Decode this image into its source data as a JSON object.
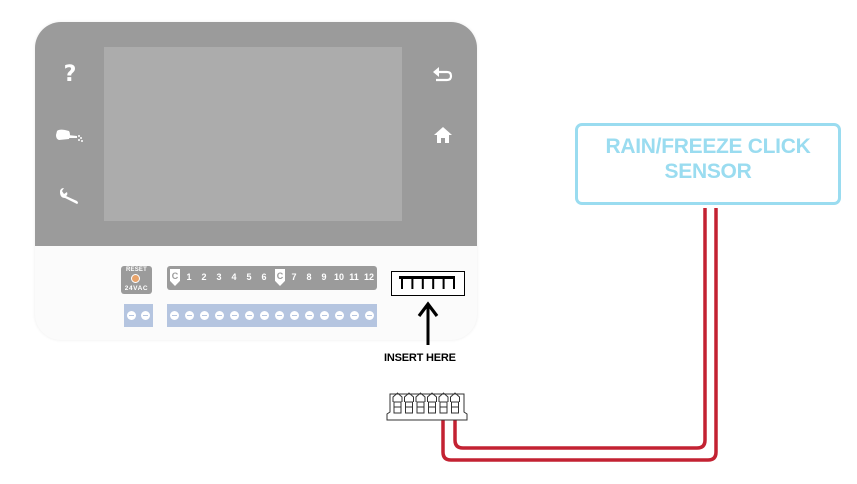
{
  "controller": {
    "left_buttons": [
      {
        "name": "help",
        "icon": "question-icon",
        "glyph": "?"
      },
      {
        "name": "manual-watering",
        "icon": "watering-can-icon"
      },
      {
        "name": "settings",
        "icon": "wrench-icon"
      }
    ],
    "right_buttons": [
      {
        "name": "back",
        "icon": "back-arrow-icon"
      },
      {
        "name": "home",
        "icon": "home-icon"
      }
    ],
    "reset_label": "RESET",
    "voltage_label": "24VAC",
    "terminal_labels": [
      "C",
      "1",
      "2",
      "3",
      "4",
      "5",
      "6",
      "C",
      "7",
      "8",
      "9",
      "10",
      "11",
      "12"
    ],
    "power_screw_count": 2,
    "zone_screw_count": 14
  },
  "sensor_port": {
    "pin_count": 6,
    "instruction": "INSERT HERE"
  },
  "connector": {
    "pin_count": 6
  },
  "sensor": {
    "title_line1": "RAIN/FREEZE CLICK",
    "title_line2": "SENSOR"
  },
  "colors": {
    "faceplate": "#9b9b9b",
    "screen": "#acacac",
    "terminal_blue": "#b5c5e0",
    "sensor_blue": "#9adcf0",
    "wire_red": "#c32232",
    "led_orange": "#e8a36a"
  }
}
